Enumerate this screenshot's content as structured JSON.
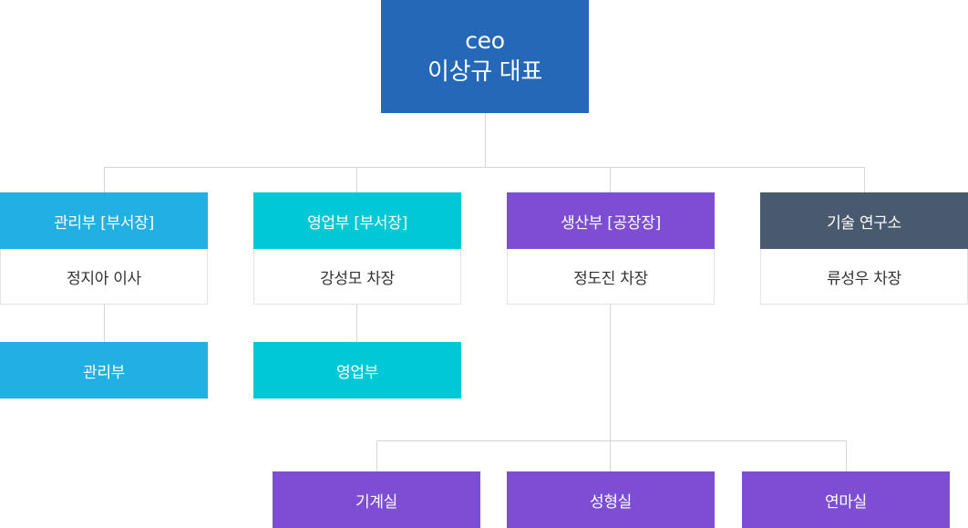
{
  "ceo": {
    "role": "ceo",
    "name": "이상규 대표"
  },
  "departments": [
    {
      "title": "관리부 [부서장]",
      "person": "정지아 이사",
      "color": "#22b0e3"
    },
    {
      "title": "영업부 [부서장]",
      "person": "강성모 차장",
      "color": "#00c9d5"
    },
    {
      "title": "생산부 [공장장]",
      "person": "정도진 차장",
      "color": "#7d4ed3"
    },
    {
      "title": "기술 연구소",
      "person": "류성우 차장",
      "color": "#4a5a6e"
    }
  ],
  "sub_units": {
    "admin": "관리부",
    "sales": "영업부",
    "production": [
      "기계실",
      "성형실",
      "연마실"
    ]
  }
}
